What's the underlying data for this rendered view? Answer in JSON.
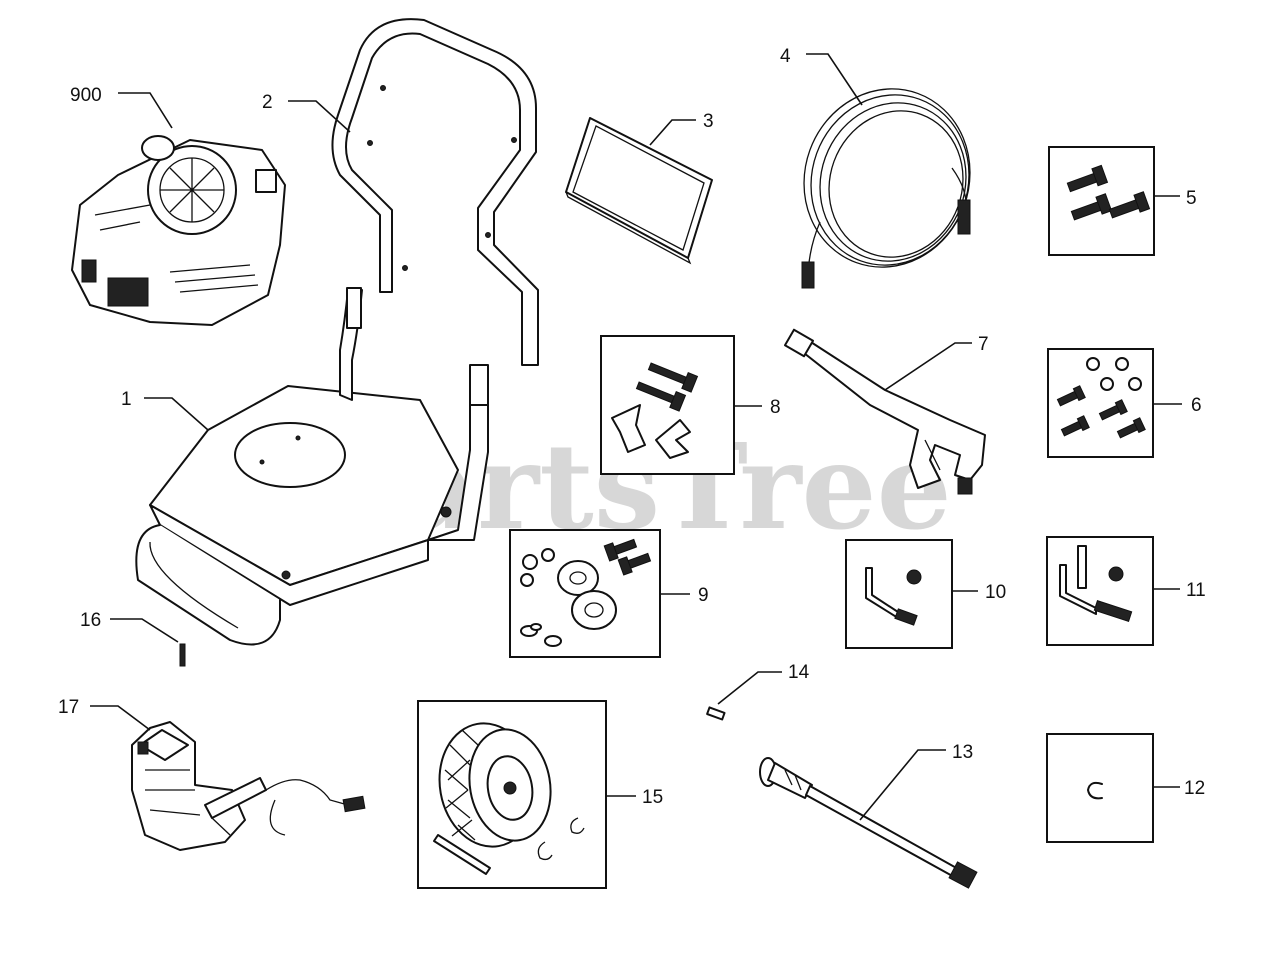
{
  "watermark": "PartsTree",
  "parts": [
    {
      "id": "engine",
      "label": "900"
    },
    {
      "id": "frame-handle",
      "label": "2"
    },
    {
      "id": "manual",
      "label": "3"
    },
    {
      "id": "hose",
      "label": "4"
    },
    {
      "id": "bolt-kit",
      "label": "5"
    },
    {
      "id": "frame-base",
      "label": "1"
    },
    {
      "id": "knob-kit",
      "label": "8"
    },
    {
      "id": "spray-gun",
      "label": "7"
    },
    {
      "id": "hardware-kit",
      "label": "6"
    },
    {
      "id": "wheel-spacer-kit",
      "label": "9"
    },
    {
      "id": "handle-bolt-kit-10",
      "label": "10"
    },
    {
      "id": "handle-bolt-kit-11",
      "label": "11"
    },
    {
      "id": "pin",
      "label": "16"
    },
    {
      "id": "clip",
      "label": "14"
    },
    {
      "id": "pump",
      "label": "17"
    },
    {
      "id": "wheel-kit",
      "label": "15"
    },
    {
      "id": "wand",
      "label": "13"
    },
    {
      "id": "retainer",
      "label": "12"
    }
  ]
}
